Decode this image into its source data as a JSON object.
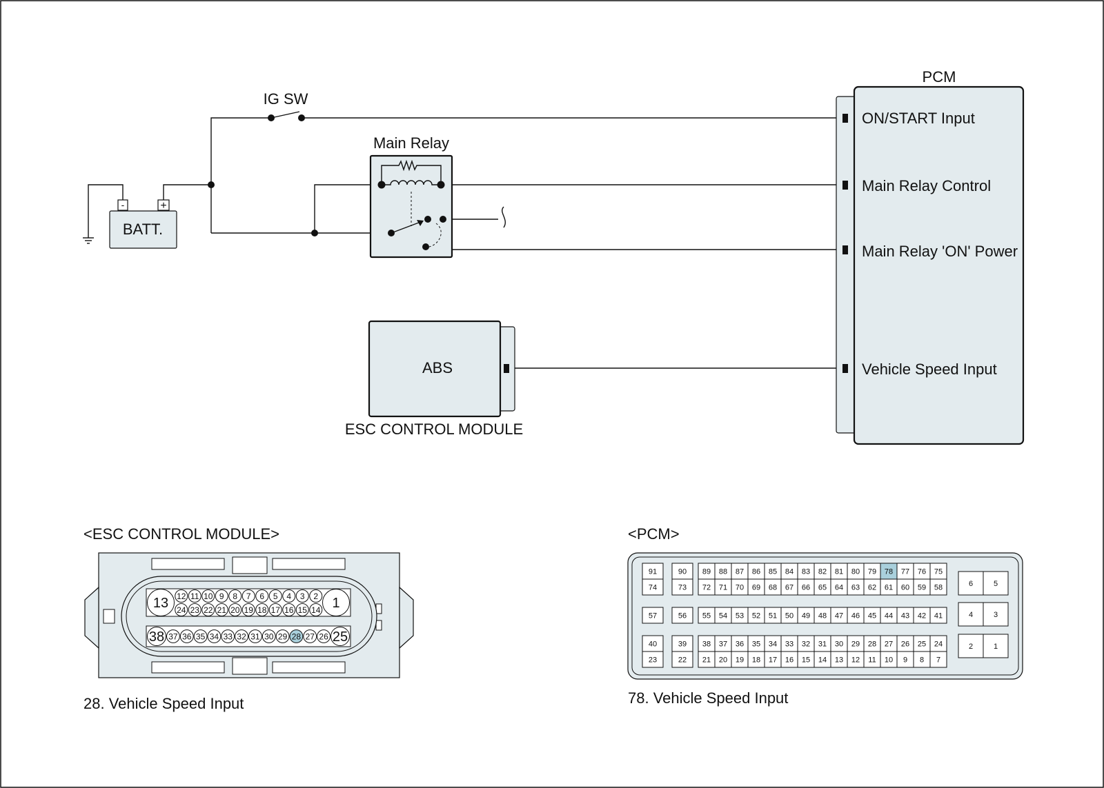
{
  "colors": {
    "component_fill": "#e3ebee",
    "highlight_pin": "#a9d0dc",
    "wire": "#111111"
  },
  "labels": {
    "ig_sw": "IG SW",
    "main_relay": "Main Relay",
    "batt": "BATT.",
    "batt_neg": "-",
    "batt_pos": "+",
    "pcm": "PCM",
    "abs": "ABS",
    "esc_module": "ESC CONTROL MODULE"
  },
  "pcm_inputs": [
    "ON/START Input",
    "Main Relay Control",
    "Main Relay 'ON' Power",
    "Vehicle Speed Input"
  ],
  "esc_connector": {
    "title": "<ESC CONTROL MODULE>",
    "caption": "28. Vehicle Speed Input",
    "highlight": "28",
    "row1_left": "13",
    "row1": [
      "12",
      "11",
      "10",
      "9",
      "8",
      "7",
      "6",
      "5",
      "4",
      "3",
      "2"
    ],
    "row1_right": "1",
    "row2": [
      "24",
      "23",
      "22",
      "21",
      "20",
      "19",
      "18",
      "17",
      "16",
      "15",
      "14"
    ],
    "row3_left": "38",
    "row3": [
      "37",
      "36",
      "35",
      "34",
      "33",
      "32",
      "31",
      "30",
      "29",
      "28",
      "27",
      "26"
    ],
    "row3_right": "25"
  },
  "pcm_connector": {
    "title": "<PCM>",
    "caption": "78. Vehicle Speed Input",
    "highlight": "78",
    "col1": [
      "91",
      "74",
      "57",
      "40",
      "23"
    ],
    "col2": [
      "90",
      "73",
      "56",
      "39",
      "22"
    ],
    "row1": [
      "89",
      "88",
      "87",
      "86",
      "85",
      "84",
      "83",
      "82",
      "81",
      "80",
      "79",
      "78",
      "77",
      "76",
      "75"
    ],
    "row2": [
      "72",
      "71",
      "70",
      "69",
      "68",
      "67",
      "66",
      "65",
      "64",
      "63",
      "62",
      "61",
      "60",
      "59",
      "58"
    ],
    "row3": [
      "55",
      "54",
      "53",
      "52",
      "51",
      "50",
      "49",
      "48",
      "47",
      "46",
      "45",
      "44",
      "43",
      "42",
      "41"
    ],
    "row4": [
      "38",
      "37",
      "36",
      "35",
      "34",
      "33",
      "32",
      "31",
      "30",
      "29",
      "28",
      "27",
      "26",
      "25",
      "24"
    ],
    "row5": [
      "21",
      "20",
      "19",
      "18",
      "17",
      "16",
      "15",
      "14",
      "13",
      "12",
      "11",
      "10",
      "9",
      "8",
      "7"
    ],
    "right_pairs": [
      [
        "6",
        "5"
      ],
      [
        "4",
        "3"
      ],
      [
        "2",
        "1"
      ]
    ]
  }
}
